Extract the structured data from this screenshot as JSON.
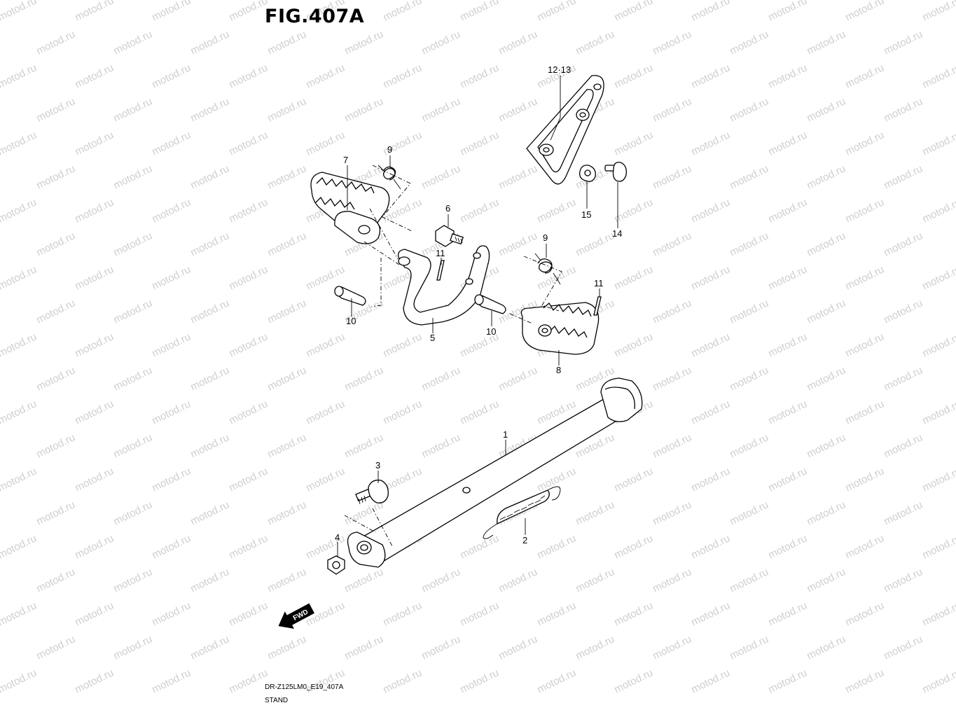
{
  "figure": {
    "title": "FIG.407A",
    "model_code": "DR-Z125LM0_E19_407A",
    "section_name": "STAND"
  },
  "watermark": {
    "text": "motod.ru",
    "color": "#cfcfcf"
  },
  "fwd_label": "FWD",
  "callouts": [
    {
      "id": "c-12-13",
      "label": "12·13"
    },
    {
      "id": "c-9a",
      "label": "9"
    },
    {
      "id": "c-7",
      "label": "7"
    },
    {
      "id": "c-6",
      "label": "6"
    },
    {
      "id": "c-11a",
      "label": "11"
    },
    {
      "id": "c-15",
      "label": "15"
    },
    {
      "id": "c-14",
      "label": "14"
    },
    {
      "id": "c-9b",
      "label": "9"
    },
    {
      "id": "c-11b",
      "label": "11"
    },
    {
      "id": "c-10a",
      "label": "10"
    },
    {
      "id": "c-5",
      "label": "5"
    },
    {
      "id": "c-10b",
      "label": "10"
    },
    {
      "id": "c-8",
      "label": "8"
    },
    {
      "id": "c-1",
      "label": "1"
    },
    {
      "id": "c-3",
      "label": "3"
    },
    {
      "id": "c-2",
      "label": "2"
    },
    {
      "id": "c-4",
      "label": "4"
    }
  ]
}
